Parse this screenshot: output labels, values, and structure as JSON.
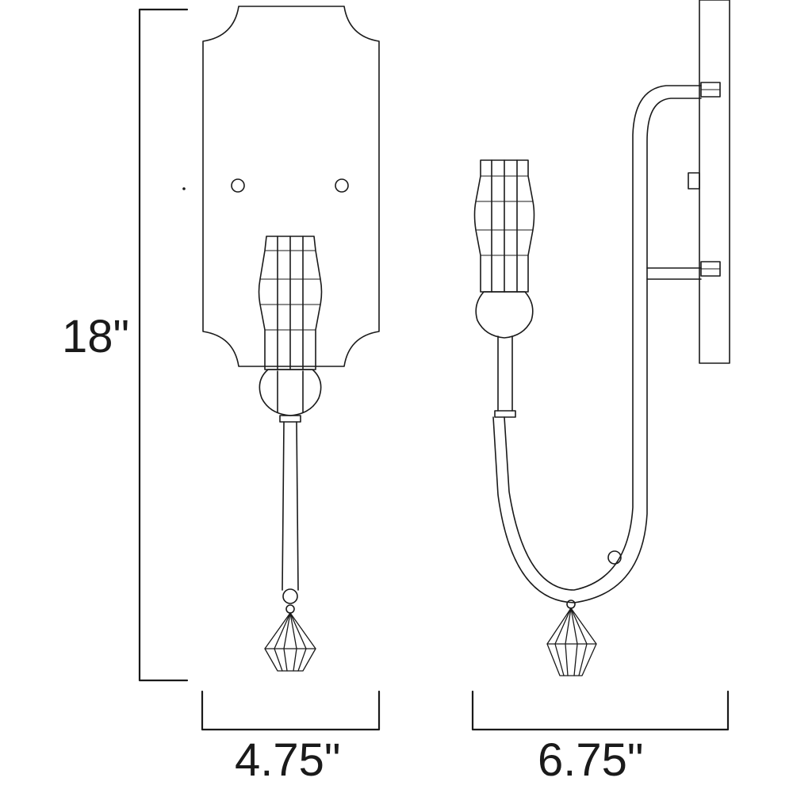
{
  "dimensions": {
    "height": "18\"",
    "width": "4.75\"",
    "depth": "6.75\""
  },
  "colors": {
    "line": "#1a1a1a",
    "background": "#ffffff"
  }
}
